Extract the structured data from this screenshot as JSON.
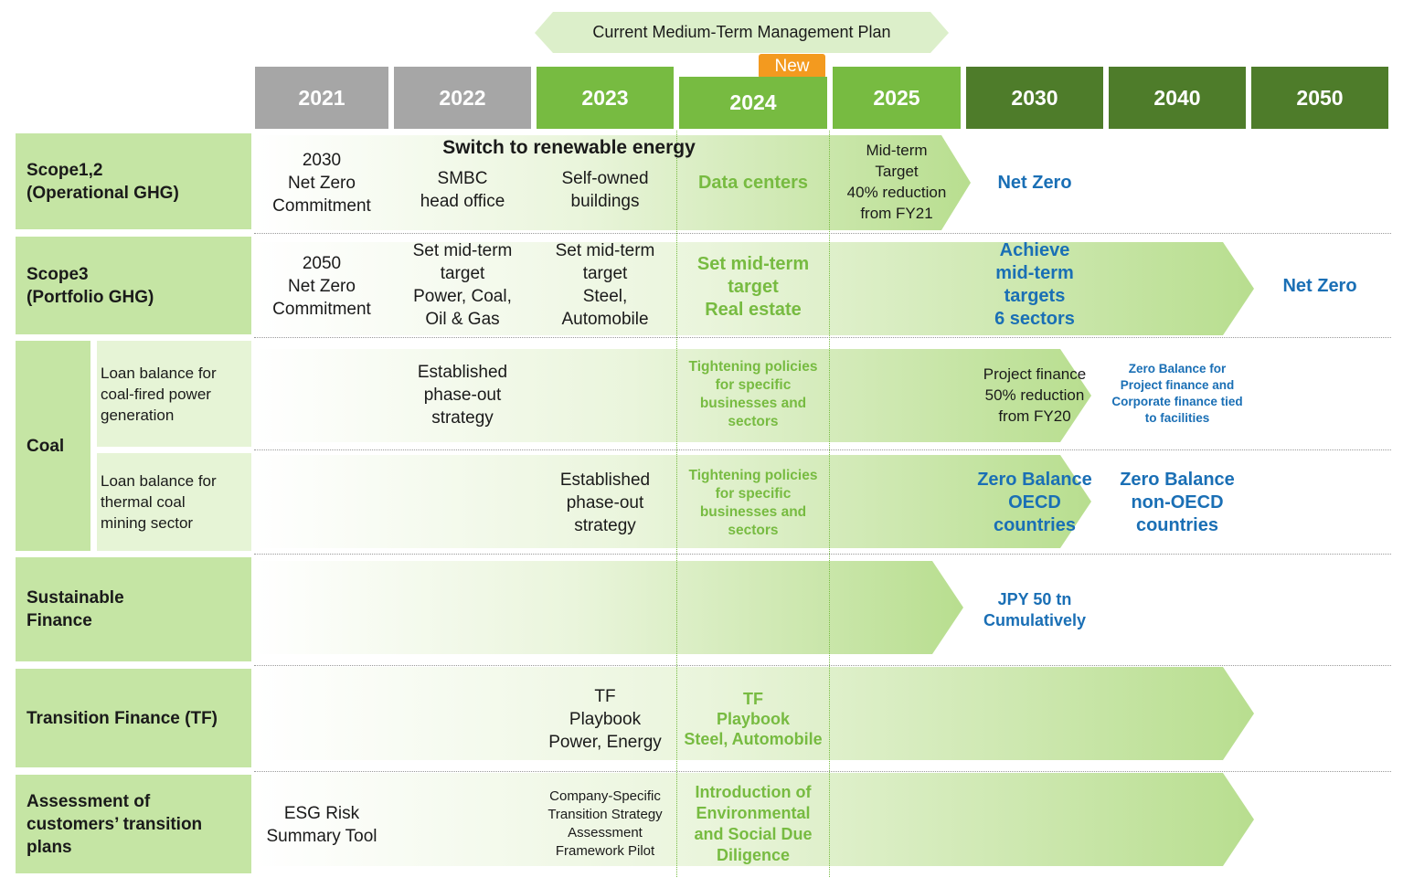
{
  "header": {
    "plan_label": "Current Medium-Term Management Plan",
    "new_badge": "New",
    "years": [
      "2021",
      "2022",
      "2023",
      "2024",
      "2025",
      "2030",
      "2040",
      "2050"
    ]
  },
  "rows": {
    "scope12": {
      "label": "Scope1,2\n(Operational GHG)",
      "banner": "Switch to renewable energy",
      "c2021": "2030\nNet Zero\nCommitment",
      "c2022": "SMBC\nhead office",
      "c2023": "Self-owned\nbuildings",
      "c2024": "Data centers",
      "c2025": "Mid-term\nTarget\n40% reduction\nfrom FY21",
      "c2030": "Net Zero"
    },
    "scope3": {
      "label": "Scope3\n(Portfolio GHG)",
      "c2021": "2050\nNet Zero\nCommitment",
      "c2022": "Set mid-term\ntarget\nPower, Coal,\nOil & Gas",
      "c2023": "Set mid-term\ntarget\nSteel,\nAutomobile",
      "c2024": "Set mid-term\ntarget\nReal estate",
      "c2030": "Achieve\nmid-term\ntargets\n6 sectors",
      "c2050": "Net Zero"
    },
    "coal": {
      "label": "Coal",
      "power": {
        "label": "Loan balance for\ncoal-fired power\ngeneration",
        "c2022": "Established\nphase-out\nstrategy",
        "c2024": "Tightening policies\nfor specific\nbusinesses and\nsectors",
        "c2030": "Project finance\n50% reduction\nfrom FY20",
        "c2040": "Zero Balance for\nProject finance and\nCorporate finance tied\nto facilities"
      },
      "mining": {
        "label": "Loan balance for\nthermal coal\nmining sector",
        "c2023": "Established\nphase-out\nstrategy",
        "c2024": "Tightening policies\nfor specific\nbusinesses and\nsectors",
        "c2030": "Zero Balance\nOECD\ncountries",
        "c2040": "Zero Balance\nnon-OECD\ncountries"
      }
    },
    "sustainable": {
      "label": "Sustainable\nFinance",
      "c2030": "JPY 50 tn\nCumulatively"
    },
    "tf": {
      "label": "Transition Finance (TF)",
      "c2023": "TF\nPlaybook\nPower, Energy",
      "c2024": "TF\nPlaybook\nSteel, Automobile"
    },
    "assessment": {
      "label": "Assessment of\ncustomers’ transition\nplans",
      "c2021": "ESG Risk\nSummary Tool",
      "c2023": "Company-Specific\nTransition Strategy\nAssessment\nFramework Pilot",
      "c2024": "Introduction of\nEnvironmental\nand Social Due\nDiligence"
    }
  },
  "colors": {
    "year_past": "#a6a6a6",
    "year_current": "#77bb41",
    "year_future": "#4e7c2a",
    "label_bg": "#c5e5a4",
    "accent_green": "#77bb41",
    "accent_blue": "#1a6fb5",
    "badge_orange": "#f39a1f"
  }
}
